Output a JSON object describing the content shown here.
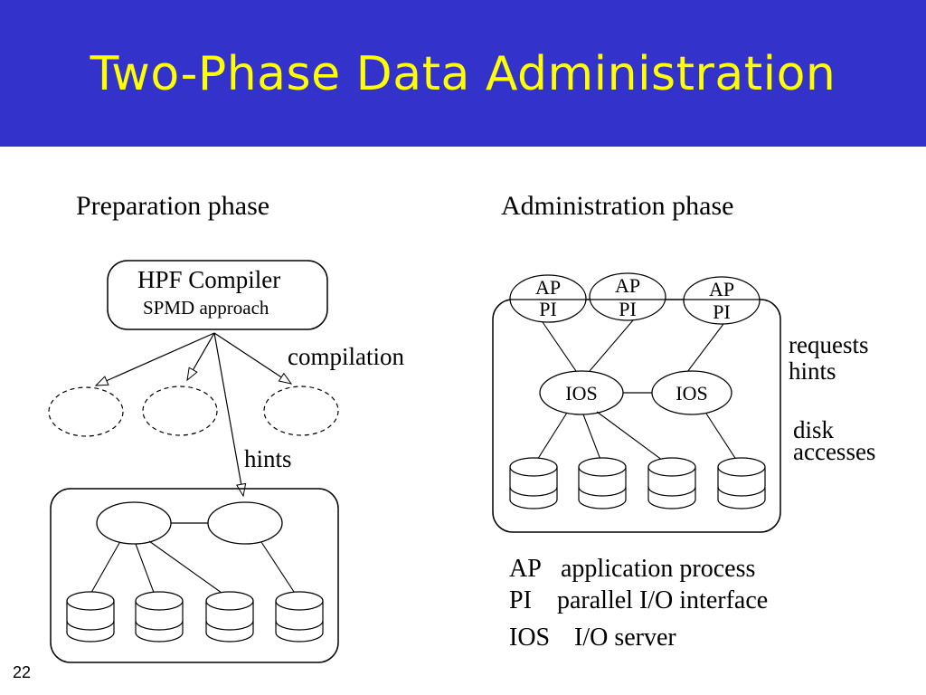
{
  "slide": {
    "title": "Two-Phase Data Administration",
    "number": "22"
  },
  "colors": {
    "title_bar": "#3333cc",
    "title_text": "#ffff00",
    "line": "#000000"
  },
  "preparation": {
    "heading": "Preparation phase",
    "compiler": {
      "line1": "HPF Compiler",
      "line2": "SPMD approach"
    },
    "compilation_label": "compilation",
    "hints_label": "hints"
  },
  "administration": {
    "heading": "Administration phase",
    "processes": [
      {
        "ap": "AP",
        "pi": "PI"
      },
      {
        "ap": "AP",
        "pi": "PI"
      },
      {
        "ap": "AP",
        "pi": "PI"
      }
    ],
    "servers": [
      "IOS",
      "IOS"
    ],
    "side_labels": {
      "requests": "requests",
      "hints": "hints",
      "disk": "disk",
      "accesses": "accesses"
    }
  },
  "legend": [
    {
      "abbr": "AP",
      "text": "application process"
    },
    {
      "abbr": "PI",
      "text": "parallel I/O interface"
    },
    {
      "abbr": "IOS",
      "text": "I/O server"
    }
  ]
}
